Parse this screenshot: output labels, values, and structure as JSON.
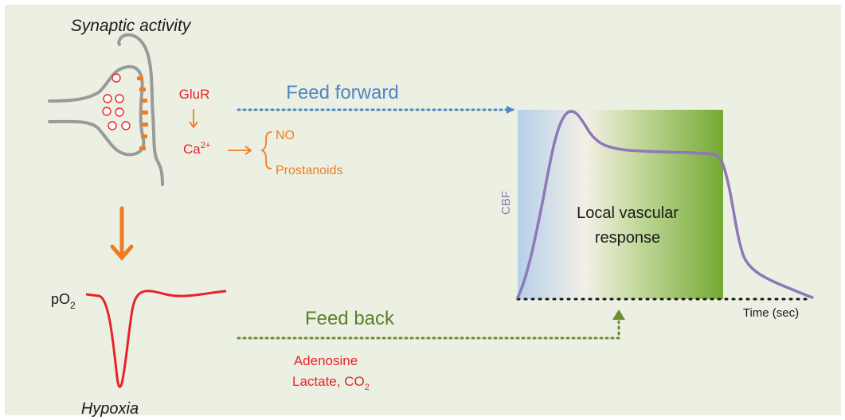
{
  "synaptic_title": "Synaptic activity",
  "glur": "GluR",
  "ca": {
    "base": "Ca",
    "sup": "2+"
  },
  "no": "NO",
  "prostanoids": "Prostanoids",
  "feed_forward": "Feed forward",
  "feed_back": "Feed back",
  "adenosine": "Adenosine",
  "lactate": {
    "text": "Lactate, CO",
    "sub": "2"
  },
  "po2": {
    "base": "pO",
    "sub": "2"
  },
  "hypoxia": "Hypoxia",
  "cbf": "CBF",
  "vascular_line1": "Local vascular",
  "vascular_line2": "response",
  "time_axis": "Time (sec)",
  "colors": {
    "background": "#ebf0e2",
    "red": "#e8232a",
    "orange": "#f07c1f",
    "feed_forward": "#4f86c6",
    "feed_back": "#6d8d33",
    "cbf_curve": "#8e78b9",
    "neuron": "#9a9a9a"
  }
}
